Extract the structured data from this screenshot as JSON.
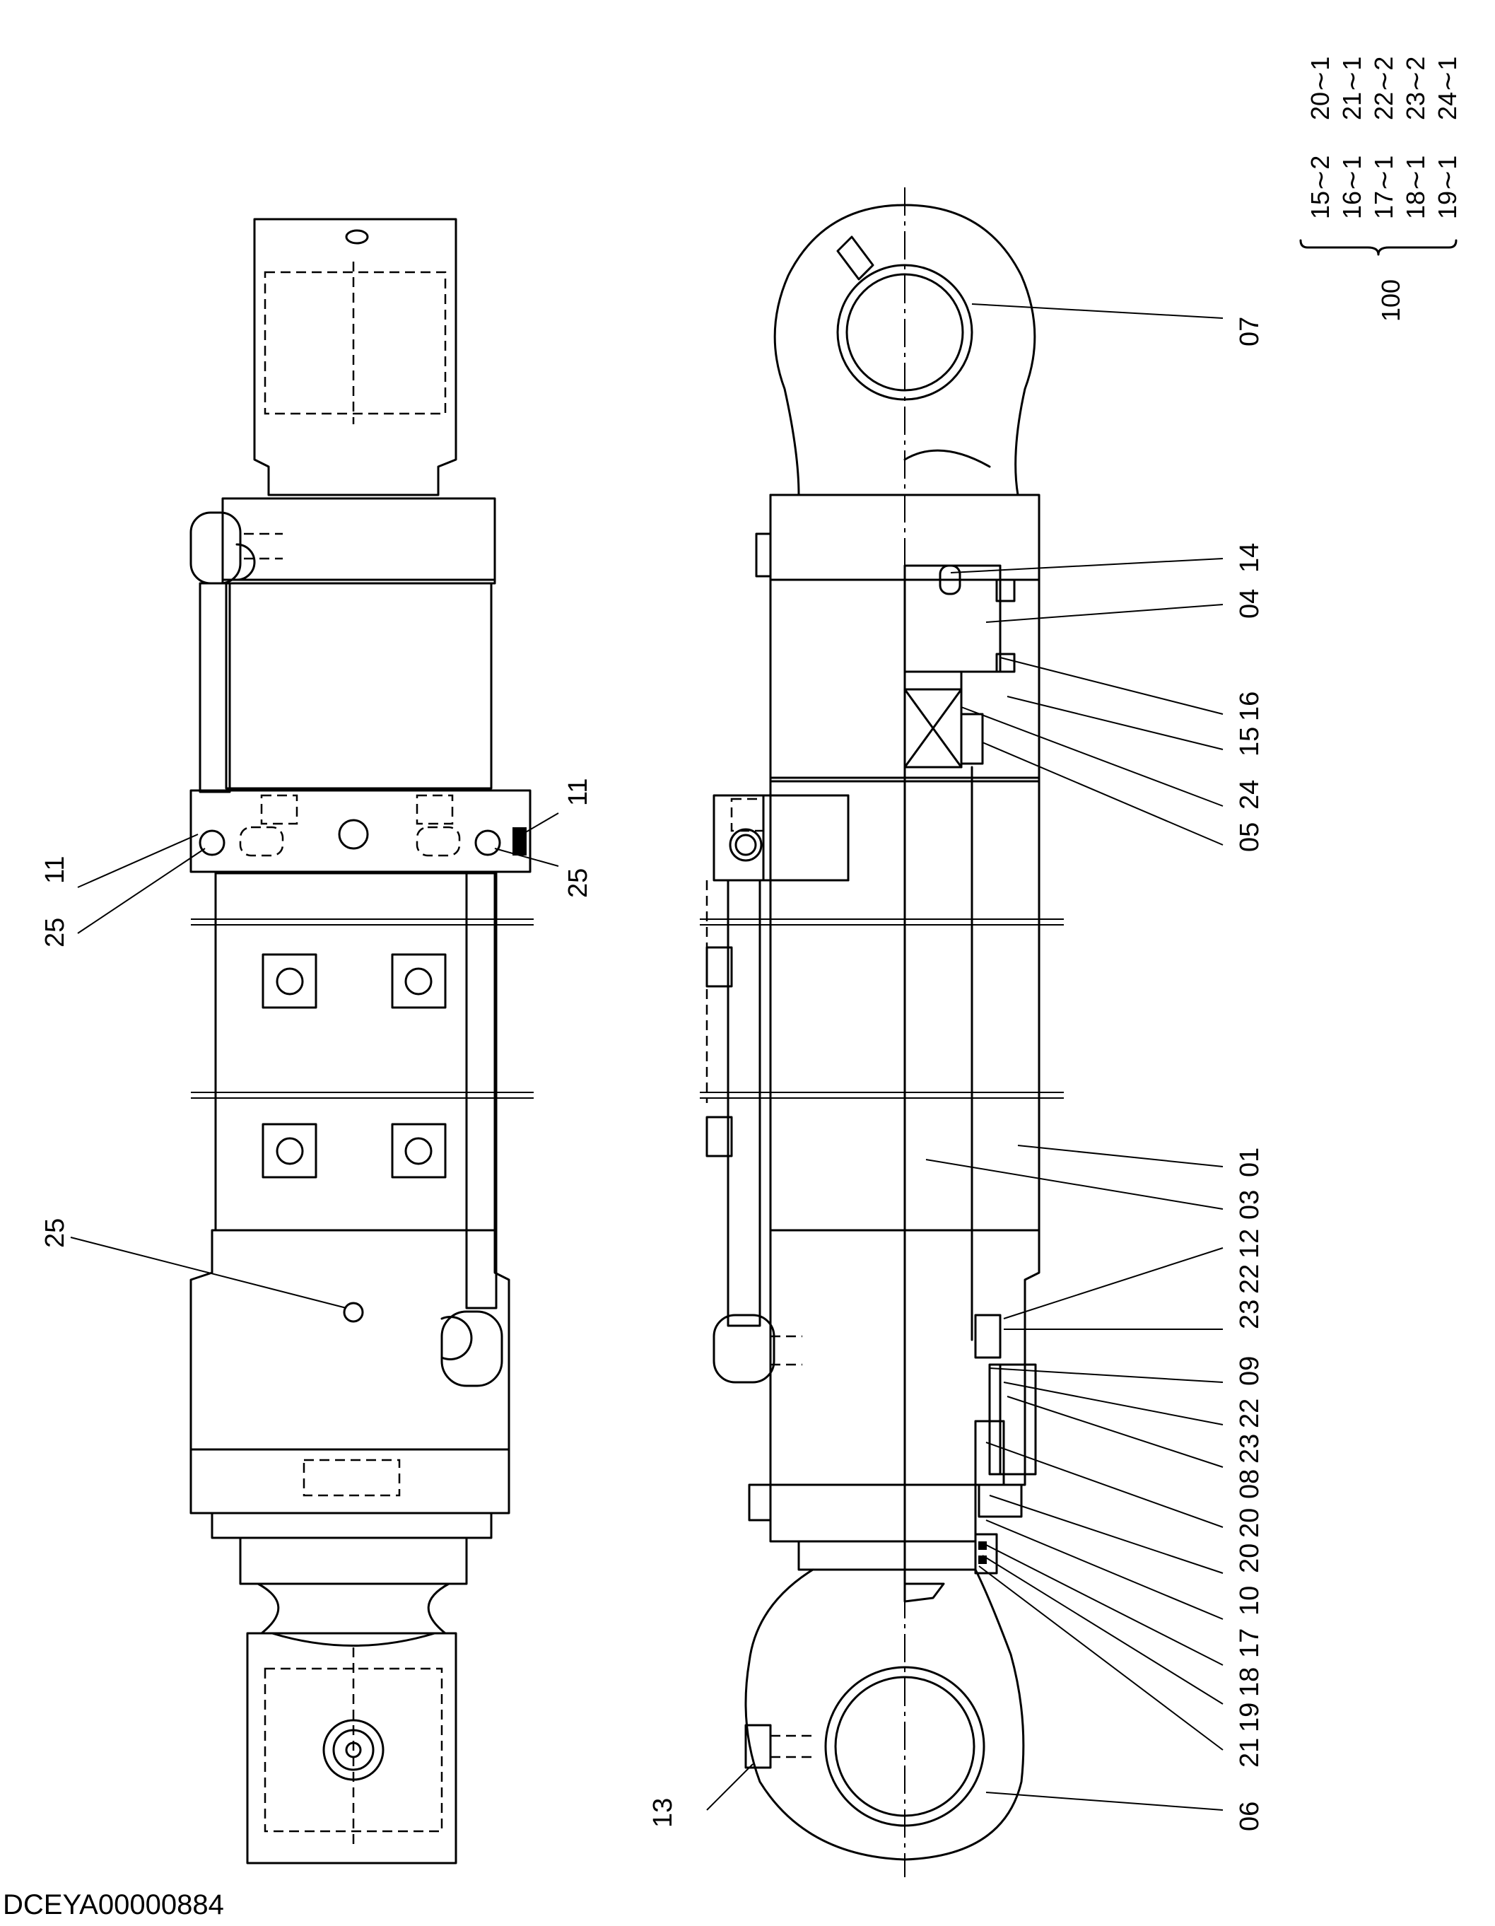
{
  "drawing_code": "DCEYA00000884",
  "kit": {
    "number": "100",
    "col1": [
      "15∼2",
      "16∼1",
      "17∼1",
      "18∼1",
      "19∼1"
    ],
    "col2": [
      "20∼1",
      "21∼1",
      "22∼2",
      "23∼2",
      "24∼1"
    ]
  },
  "left_view_labels": [
    "11",
    "25",
    "11",
    "25",
    "25"
  ],
  "right_view_labels": {
    "right_column": [
      "07",
      "14",
      "04",
      "16",
      "15",
      "24",
      "05",
      "01",
      "03",
      "12",
      "22",
      "23",
      "09",
      "22",
      "23",
      "08",
      "20",
      "20",
      "10",
      "17",
      "18",
      "19",
      "21",
      "06"
    ],
    "left": [
      "13"
    ]
  }
}
